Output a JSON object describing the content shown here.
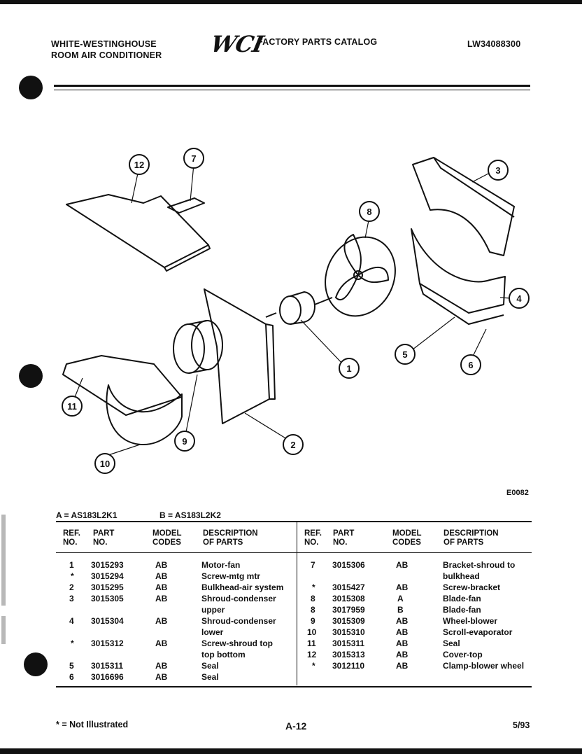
{
  "header": {
    "brand_line1": "WHITE-WESTINGHOUSE",
    "brand_line2": "ROOM AIR CONDITIONER",
    "logo_text": "WCI",
    "catalog_title": "FACTORY PARTS CATALOG",
    "catalog_number": "LW34088300"
  },
  "diagram": {
    "drawing_code": "E0082",
    "callouts": [
      "1",
      "2",
      "3",
      "4",
      "5",
      "6",
      "7",
      "8",
      "9",
      "10",
      "11",
      "12"
    ]
  },
  "models": {
    "a": "A = AS183L2K1",
    "b": "B = AS183L2K2"
  },
  "table": {
    "headers": {
      "ref_no": [
        "REF.",
        "NO."
      ],
      "part_no": [
        "PART",
        "NO."
      ],
      "model_codes": [
        "MODEL",
        "CODES"
      ],
      "description": [
        "DESCRIPTION",
        "OF PARTS"
      ]
    },
    "left_rows": [
      {
        "ref": "1",
        "part": "3015293",
        "model": "AB",
        "desc": [
          "Motor-fan"
        ]
      },
      {
        "ref": "*",
        "part": "3015294",
        "model": "AB",
        "desc": [
          "Screw-mtg mtr"
        ]
      },
      {
        "ref": "2",
        "part": "3015295",
        "model": "AB",
        "desc": [
          "Bulkhead-air system"
        ]
      },
      {
        "ref": "3",
        "part": "3015305",
        "model": "AB",
        "desc": [
          "Shroud-condenser",
          "upper"
        ]
      },
      {
        "ref": "4",
        "part": "3015304",
        "model": "AB",
        "desc": [
          "Shroud-condenser",
          "lower"
        ]
      },
      {
        "ref": "*",
        "part": "3015312",
        "model": "AB",
        "desc": [
          "Screw-shroud top",
          "top bottom"
        ]
      },
      {
        "ref": "5",
        "part": "3015311",
        "model": "AB",
        "desc": [
          "Seal"
        ]
      },
      {
        "ref": "6",
        "part": "3016696",
        "model": "AB",
        "desc": [
          "Seal"
        ]
      }
    ],
    "right_rows": [
      {
        "ref": "7",
        "part": "3015306",
        "model": "AB",
        "desc": [
          "Bracket-shroud to",
          "bulkhead"
        ]
      },
      {
        "ref": "*",
        "part": "3015427",
        "model": "AB",
        "desc": [
          "Screw-bracket"
        ]
      },
      {
        "ref": "8",
        "part": "3015308",
        "model": "A",
        "desc": [
          "Blade-fan"
        ]
      },
      {
        "ref": "8",
        "part": "3017959",
        "model": "B",
        "desc": [
          "Blade-fan"
        ]
      },
      {
        "ref": "9",
        "part": "3015309",
        "model": "AB",
        "desc": [
          "Wheel-blower"
        ]
      },
      {
        "ref": "10",
        "part": "3015310",
        "model": "AB",
        "desc": [
          "Scroll-evaporator"
        ]
      },
      {
        "ref": "11",
        "part": "3015311",
        "model": "AB",
        "desc": [
          "Seal"
        ]
      },
      {
        "ref": "12",
        "part": "3015313",
        "model": "AB",
        "desc": [
          "Cover-top"
        ]
      },
      {
        "ref": "*",
        "part": "3012110",
        "model": "AB",
        "desc": [
          "Clamp-blower wheel"
        ]
      }
    ]
  },
  "footer": {
    "note": "* = Not Illustrated",
    "page": "A-12",
    "date": "5/93"
  }
}
